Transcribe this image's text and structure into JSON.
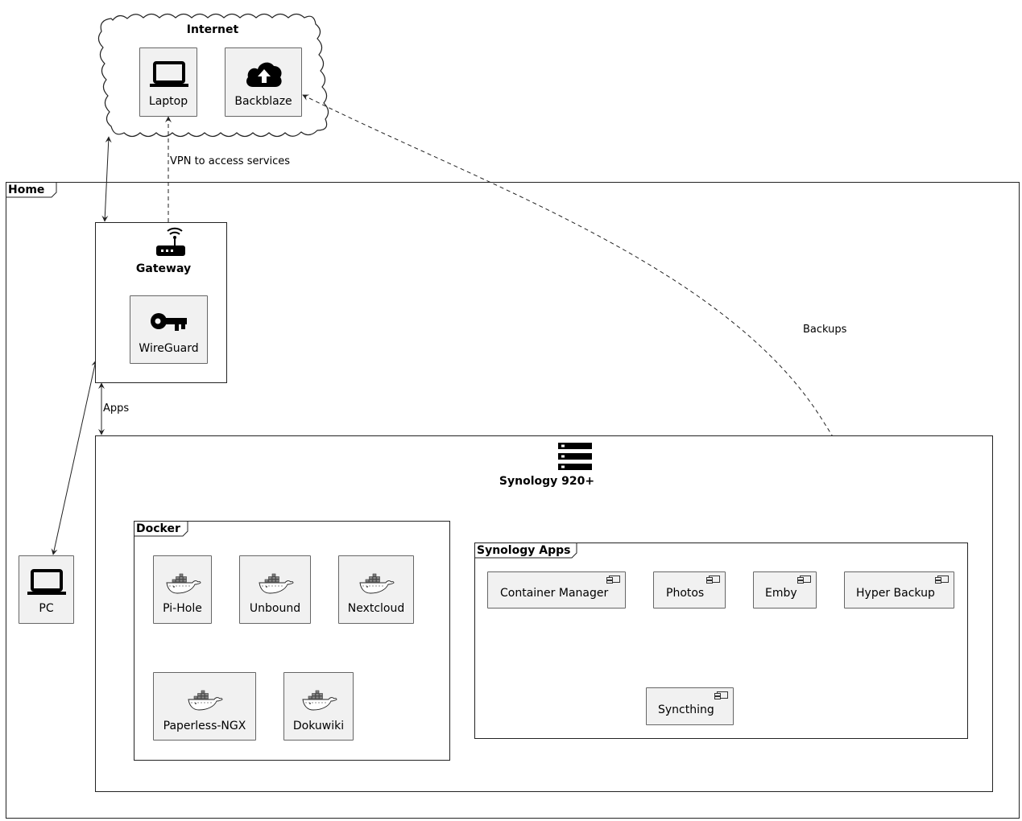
{
  "internet": {
    "title": "Internet",
    "laptop": "Laptop",
    "backblaze": "Backblaze"
  },
  "home": {
    "title": "Home",
    "pc": "PC"
  },
  "gateway": {
    "title": "Gateway",
    "wireguard": "WireGuard"
  },
  "synology": {
    "title": "Synology 920+"
  },
  "docker": {
    "title": "Docker",
    "containers": [
      "Pi-Hole",
      "Unbound",
      "Nextcloud",
      "Paperless-NGX",
      "Dokuwiki"
    ]
  },
  "synology_apps": {
    "title": "Synology Apps",
    "apps": [
      "Container Manager",
      "Photos",
      "Emby",
      "Hyper Backup",
      "Syncthing"
    ]
  },
  "edges": {
    "vpn": "VPN to access services",
    "backups": "Backups",
    "apps": "Apps"
  },
  "icons": {
    "laptop": "laptop-icon",
    "cloud": "cloud-upload-icon",
    "router": "router-icon",
    "key": "key-icon",
    "server": "server-icon",
    "docker": "docker-whale-icon",
    "component": "component-icon"
  }
}
